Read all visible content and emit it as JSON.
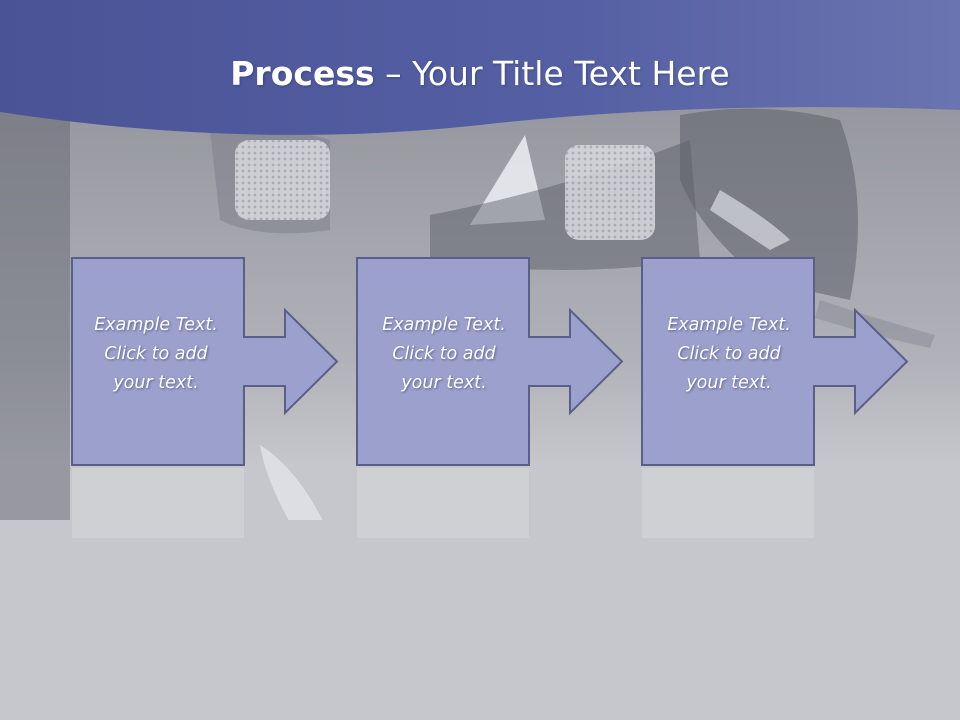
{
  "slide": {
    "title_bold": "Process",
    "title_rest": " – Your Title Text Here",
    "steps": [
      {
        "lines": [
          "Example Text.",
          "Click  to add",
          "your text."
        ]
      },
      {
        "lines": [
          "Example Text.",
          "Click  to add",
          "your text."
        ]
      },
      {
        "lines": [
          "Example Text.",
          "Click  to add",
          "your text."
        ]
      }
    ]
  },
  "colors": {
    "header_band": "#4f5a9e",
    "shape_fill": "#9ba0cd",
    "shape_outline": "#5a5f8a",
    "background": "#c6c7cc"
  }
}
